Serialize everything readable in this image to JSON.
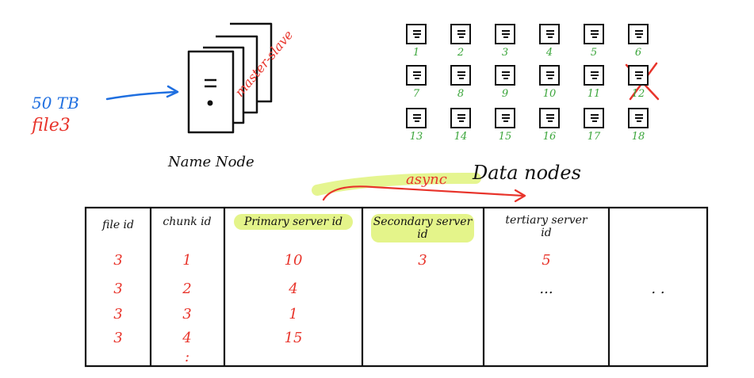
{
  "left_input": {
    "size": "50 TB",
    "file": "file3"
  },
  "name_node": {
    "label": "Name Node",
    "annotation": "master-slave"
  },
  "data_nodes": {
    "label": "Data nodes",
    "ids": [
      "1",
      "2",
      "3",
      "4",
      "5",
      "6",
      "7",
      "8",
      "9",
      "10",
      "11",
      "12",
      "13",
      "14",
      "15",
      "16",
      "17",
      "18"
    ],
    "failed": "12"
  },
  "async_label": "async",
  "table": {
    "headers": [
      "file id",
      "chunk id",
      "Primary server id",
      "Secondary server id",
      "tertiary server id",
      ""
    ],
    "rows": [
      [
        "3",
        "1",
        "10",
        "3",
        "5",
        ""
      ],
      [
        "3",
        "2",
        "4",
        "",
        "...",
        ". ."
      ],
      [
        "3",
        "3",
        "1",
        "",
        "",
        ""
      ],
      [
        "3",
        "4",
        "15",
        "",
        "",
        ""
      ],
      [
        "",
        ":",
        "",
        "",
        "",
        ""
      ]
    ]
  },
  "colors": {
    "ink": "#111111",
    "red": "#e8342b",
    "blue": "#1f6fe0",
    "green": "#3aa53a",
    "highlight": "#e4f48a"
  }
}
